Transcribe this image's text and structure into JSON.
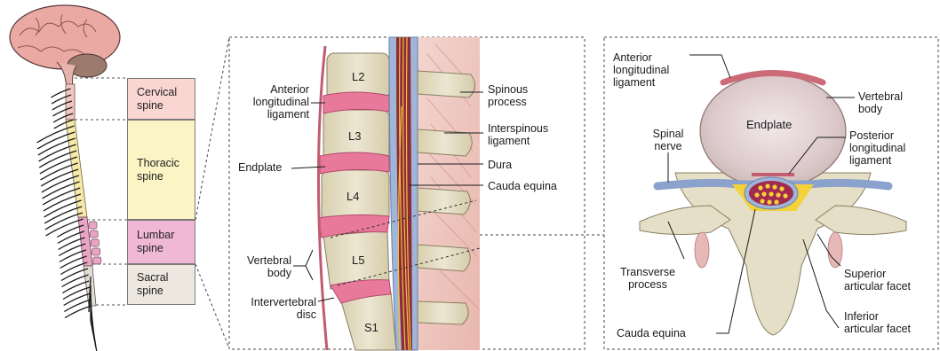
{
  "regions": [
    {
      "label": "Cervical\nspine",
      "color": "#f9d6d2"
    },
    {
      "label": "Thoracic\nspine",
      "color": "#fbf4c4"
    },
    {
      "label": "Lumbar\nspine",
      "color": "#f0b8d4"
    },
    {
      "label": "Sacral\nspine",
      "color": "#ece7df"
    }
  ],
  "middle_panel": {
    "vertebrae": [
      "L2",
      "L3",
      "L4",
      "L5",
      "S1"
    ],
    "labels": {
      "anterior_longitudinal_ligament": "Anterior\nlongitudinal\nligament",
      "endplate": "Endplate",
      "vertebral_body": "Vertebral\nbody",
      "intervertebral_disc": "Intervertebral\ndisc",
      "spinous_process": "Spinous\nprocess",
      "interspinous_ligament": "Interspinous\nligament",
      "dura": "Dura",
      "cauda_equina": "Cauda equina"
    }
  },
  "right_panel": {
    "labels": {
      "anterior_longitudinal_ligament": "Anterior\nlongitudinal\nligament",
      "vertebral_body": "Vertebral\nbody",
      "endplate": "Endplate",
      "posterior_longitudinal_ligament": "Posterior\nlongitudinal\nligament",
      "spinal_nerve": "Spinal\nnerve",
      "transverse_process": "Transverse\nprocess",
      "cauda_equina": "Cauda equina",
      "superior_articular_facet": "Superior\narticular facet",
      "inferior_articular_facet": "Inferior\narticular facet"
    }
  },
  "colors": {
    "bone": "#e6dfc7",
    "disc": "#e8799a",
    "ligament": "#cf6b78",
    "nerve_blue": "#9fb6d9",
    "nerve_yellow": "#f3d23a",
    "brain": "#e9a7a0"
  }
}
